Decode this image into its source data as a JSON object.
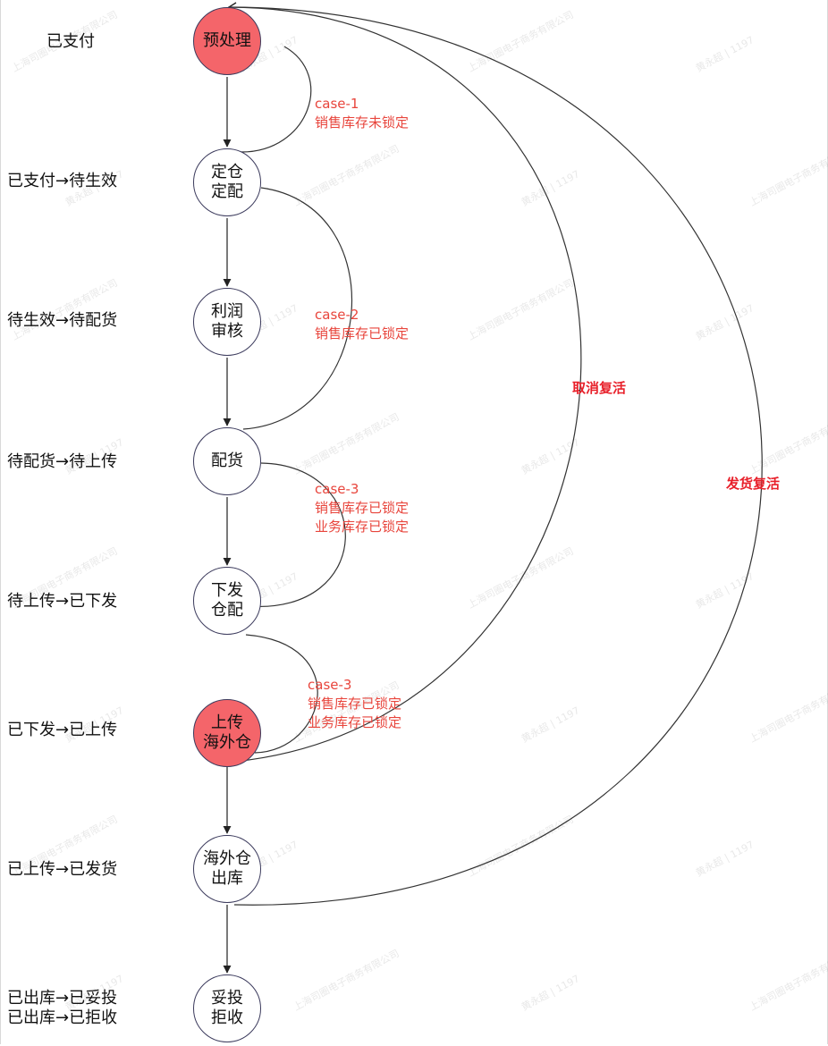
{
  "status_labels": [
    "已支付",
    "已支付→待生效",
    "待生效→待配货",
    "待配货→待上传",
    "待上传→已下发",
    "已下发→已上传",
    "已上传→已发货",
    "已出库→已妥投\n已出库→已拒收"
  ],
  "nodes": [
    {
      "label": "预处理",
      "highlight": true
    },
    {
      "label": "定仓\n定配",
      "highlight": false
    },
    {
      "label": "利润\n审核",
      "highlight": false
    },
    {
      "label": "配货",
      "highlight": false
    },
    {
      "label": "下发\n仓配",
      "highlight": false
    },
    {
      "label": "上传\n海外仓",
      "highlight": true
    },
    {
      "label": "海外仓\n出库",
      "highlight": false
    },
    {
      "label": "妥投\n拒收",
      "highlight": false
    }
  ],
  "notes": [
    "case-1\n销售库存未锁定",
    "case-2\n销售库存已锁定",
    "case-3\n销售库存已锁定\n业务库存已锁定",
    "case-3\n销售库存已锁定\n业务库存已锁定"
  ],
  "arc_labels": {
    "cancel_revive": "取消复活",
    "ship_revive": "发货复活"
  },
  "watermarks": {
    "company": "上海司圈电子商务有限公司",
    "user": "黄永超 | 1197"
  },
  "colors": {
    "highlight_node": "#f4656a",
    "note_text": "#e8453c",
    "arc_label_text": "#e8202a",
    "line": "#333333"
  }
}
